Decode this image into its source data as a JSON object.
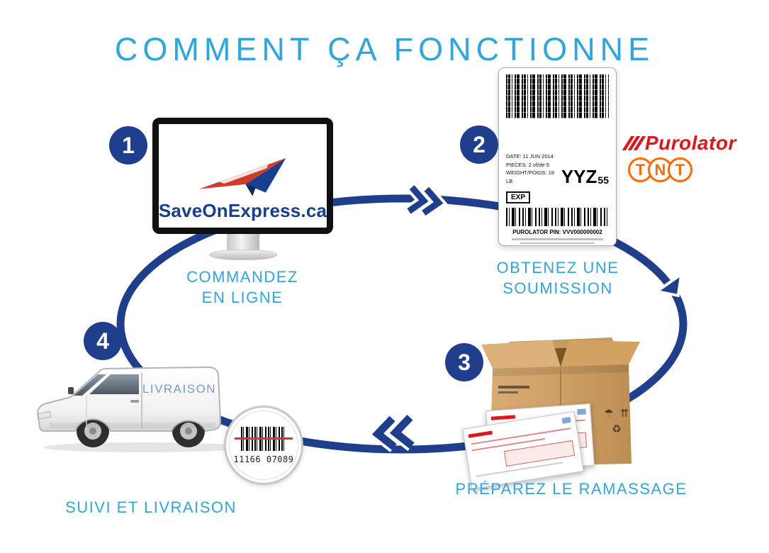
{
  "title": "COMMENT ÇA FONCTIONNE",
  "colors": {
    "accent_blue": "#2EA6DF",
    "flow_navy": "#1F3E8C",
    "brand_blue": "#163F8F",
    "van_text_blue": "#6F9BD6",
    "purolator_red": "#E0161F",
    "tnt_orange": "#FF6A00",
    "laser_red": "#E03131"
  },
  "steps": {
    "step1": {
      "number": "1",
      "label_line1": "COMMANDEZ",
      "label_line2": "EN LIGNE"
    },
    "step2": {
      "number": "2",
      "label_line1": "OBTENEZ UNE",
      "label_line2": "SOUMISSION"
    },
    "step3": {
      "number": "3",
      "label": "PRÉPAREZ LE RAMASSAGE"
    },
    "step4": {
      "number": "4",
      "label": "SUIVI ET LIVRAISON"
    }
  },
  "monitor": {
    "brand": "SaveOnExpress.ca"
  },
  "shipping_label": {
    "date": "DATE: 11 JUN 2014",
    "pieces": "PIECES: 2 of/de 5",
    "weight": "WEIGHT/POIDS: 19 LB",
    "airport_code": "YYZ",
    "airport_suffix": "55",
    "service_code": "EXP",
    "pin": "PUROLATOR PIN: VVV000000002"
  },
  "carriers": {
    "purolator": "Purolator",
    "tnt_letters": [
      "T",
      "N",
      "T"
    ]
  },
  "box_symbols": {
    "umbrella": "☂",
    "this_way_up": "⇈",
    "recycle": "♻"
  },
  "van": {
    "side_text": "LIVRAISON"
  },
  "tracking_badge": {
    "number": "11166 07089"
  }
}
